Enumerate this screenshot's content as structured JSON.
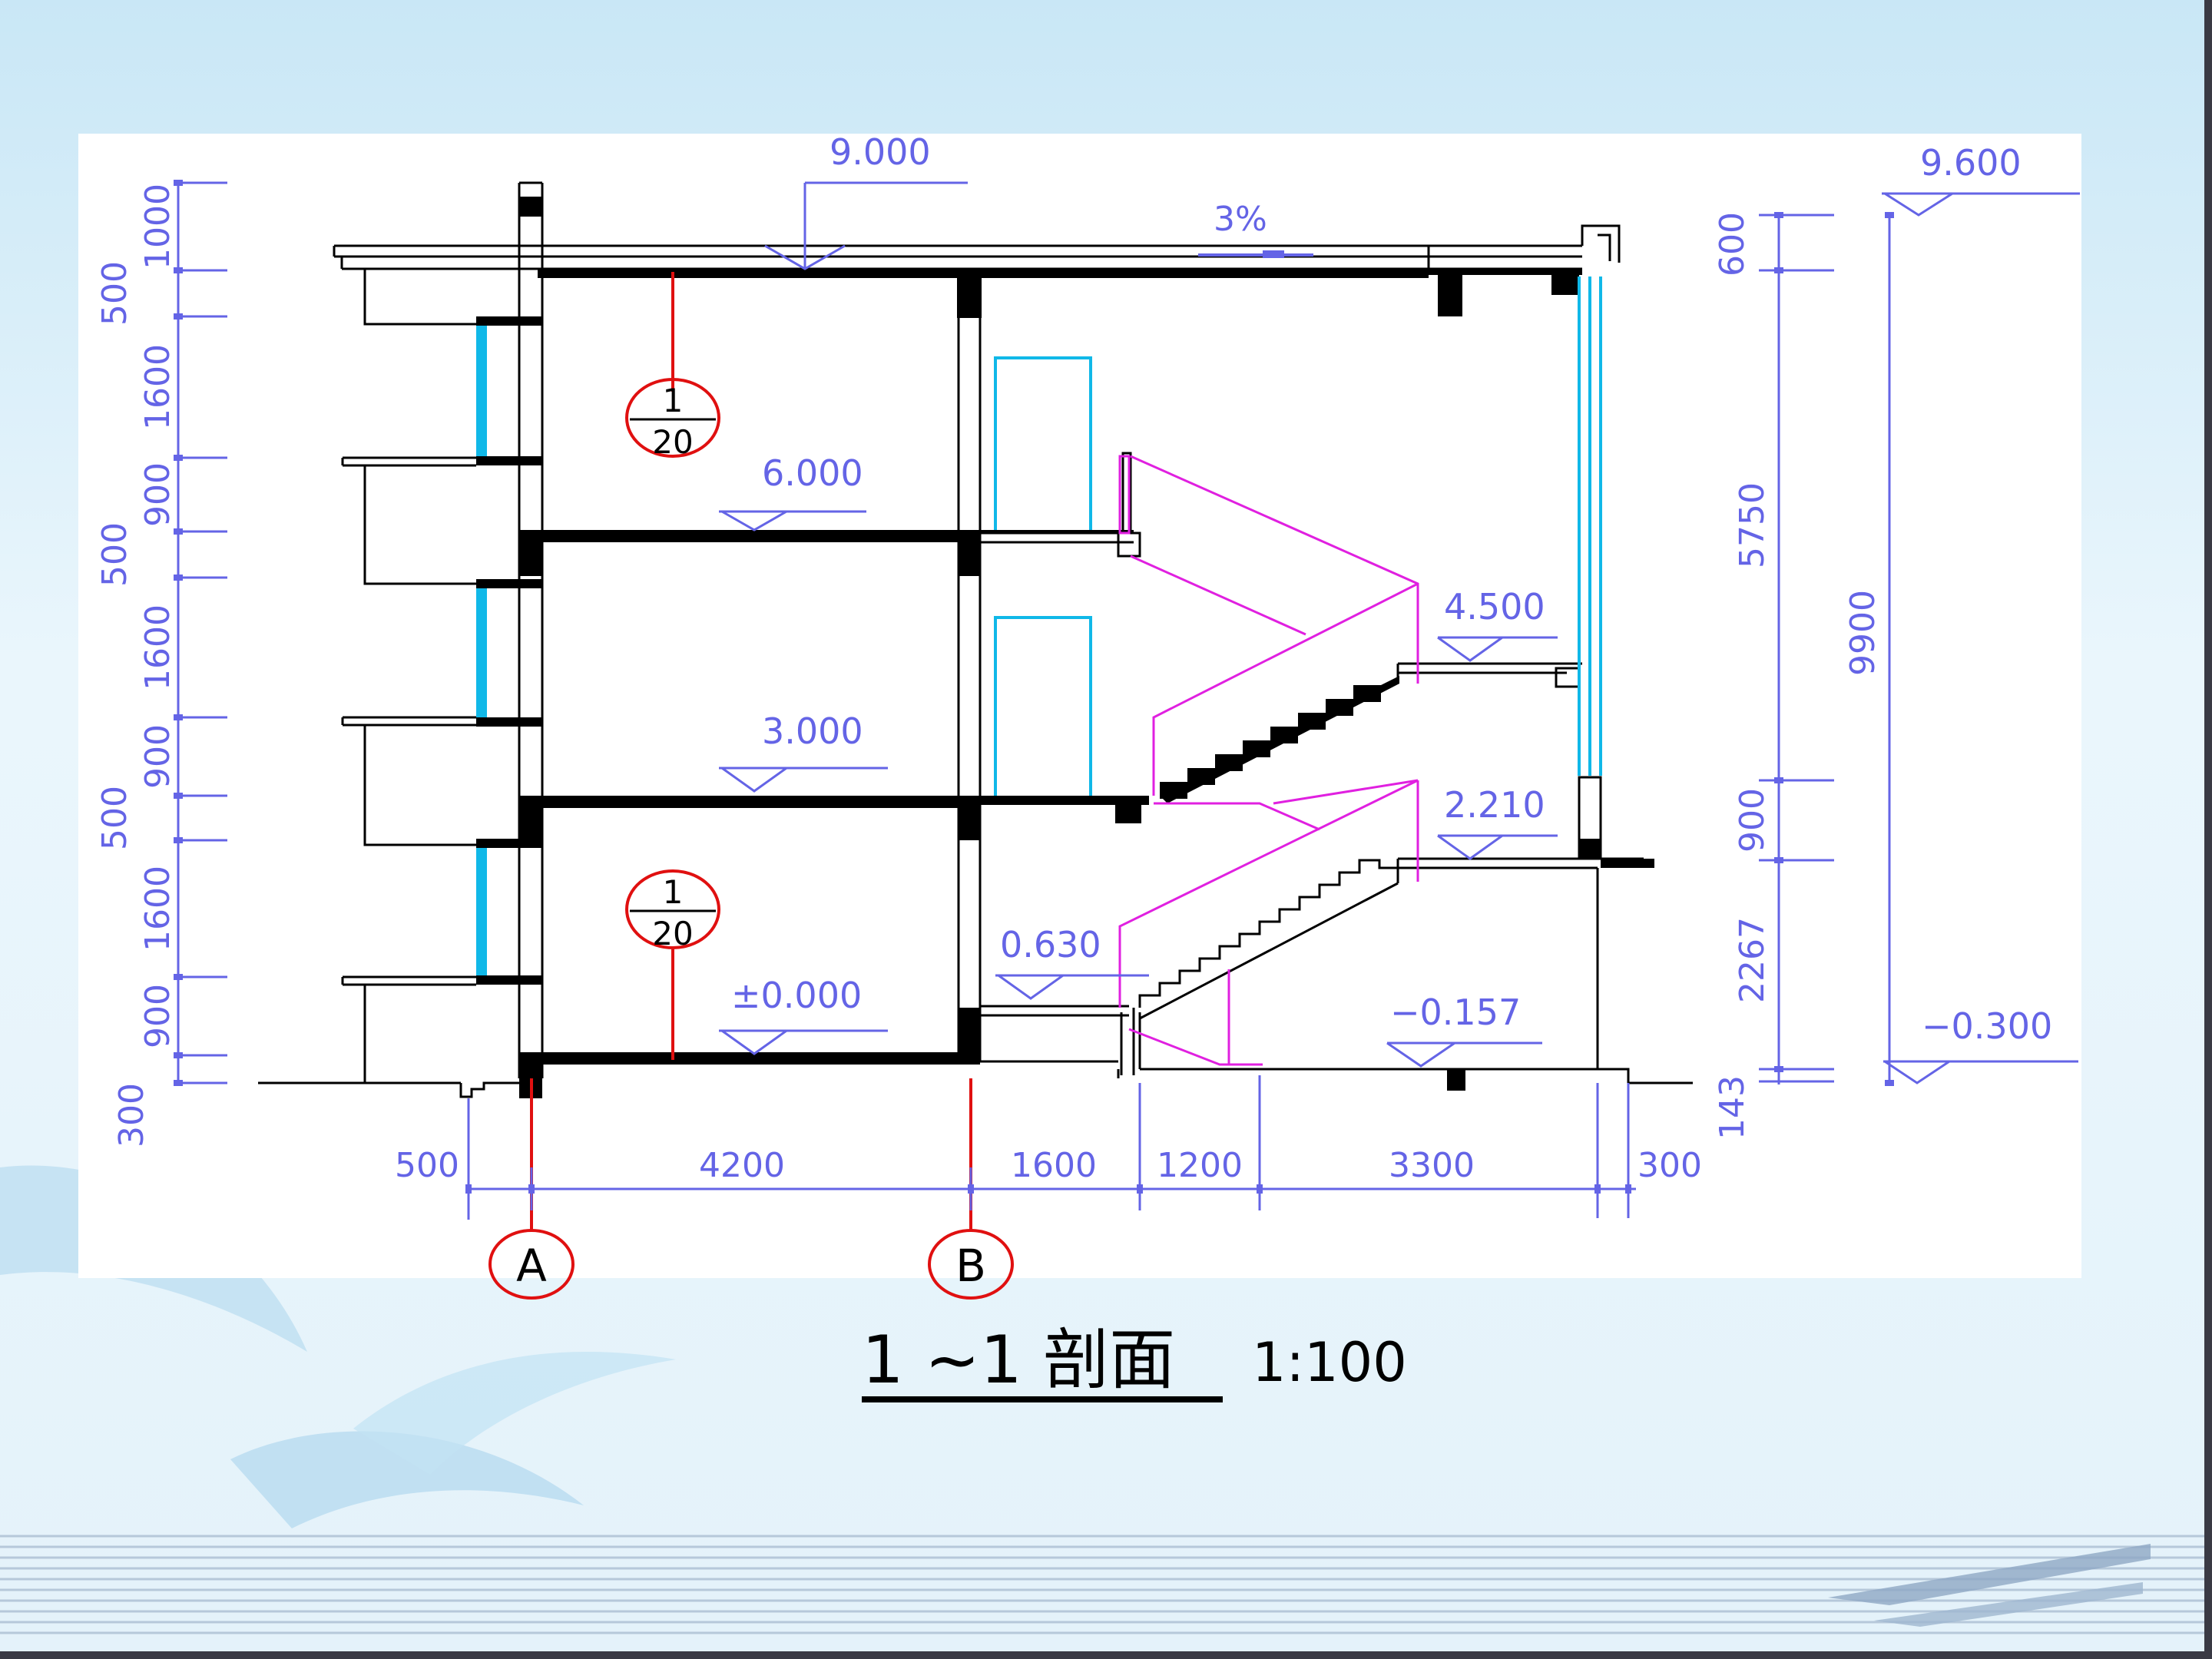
{
  "title": "1 ~1 剖面",
  "scale": "1:100",
  "slope": "3%",
  "axes": [
    "A",
    "B"
  ],
  "detail_ref": {
    "top": "1",
    "bottom": "20"
  },
  "levels": {
    "roof": "9.000",
    "parapet": "9.600",
    "f3": "6.000",
    "f2": "3.000",
    "f1": "±0.000",
    "landing_upper": "4.500",
    "landing_lower": "2.210",
    "stair_entry": "0.630",
    "stair_floor": "−0.157",
    "ground": "−0.300"
  },
  "dims_bottom": [
    "500",
    "4200",
    "1600",
    "1200",
    "3300",
    "300"
  ],
  "dims_left": [
    "1000",
    "500",
    "1600",
    "900",
    "500",
    "1600",
    "900",
    "500",
    "1600",
    "900",
    "300"
  ],
  "dims_right_inner": [
    "600",
    "5750",
    "900",
    "2267",
    "143"
  ],
  "dims_right_total": "9900",
  "colors": {
    "dimension": "#6464e6",
    "stair": "#e020e0",
    "window": "#10b8e8",
    "axis": "#e01010"
  }
}
